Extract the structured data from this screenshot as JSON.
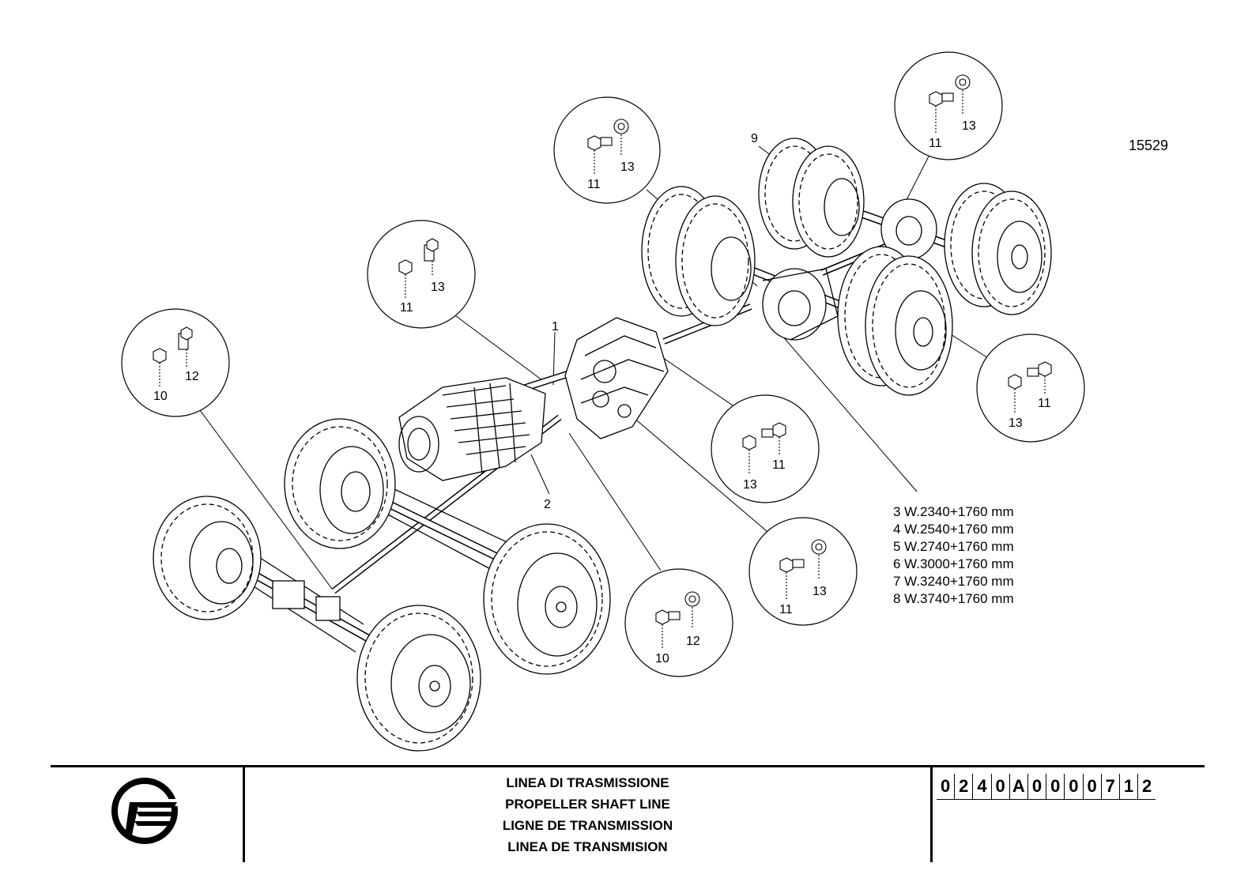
{
  "drawing_number": "15529",
  "callouts": [
    "1",
    "2",
    "9"
  ],
  "detail_circles": [
    {
      "labels": [
        "11",
        "13"
      ]
    },
    {
      "labels": [
        "11",
        "13"
      ]
    },
    {
      "labels": [
        "11",
        "13"
      ]
    },
    {
      "labels": [
        "10",
        "12"
      ]
    },
    {
      "labels": [
        "13",
        "11"
      ]
    },
    {
      "labels": [
        "13",
        "11"
      ]
    },
    {
      "labels": [
        "11",
        "13"
      ]
    },
    {
      "labels": [
        "10",
        "12"
      ]
    }
  ],
  "variants": [
    "3 W.2340+1760 mm",
    "4 W.2540+1760 mm",
    "5 W.2740+1760 mm",
    "6 W.3000+1760 mm",
    "7 W.3240+1760 mm",
    "8 W.3740+1760 mm"
  ],
  "title_block": {
    "titles": [
      "LINEA DI TRASMISSIONE",
      "PROPELLER SHAFT LINE",
      "LIGNE DE TRANSMISSION",
      "LINEA DE TRANSMISION"
    ],
    "code_chars": [
      "0",
      "2",
      "4",
      "0",
      "A",
      "0",
      "0",
      "0",
      "0",
      "7",
      "1",
      "2"
    ]
  }
}
